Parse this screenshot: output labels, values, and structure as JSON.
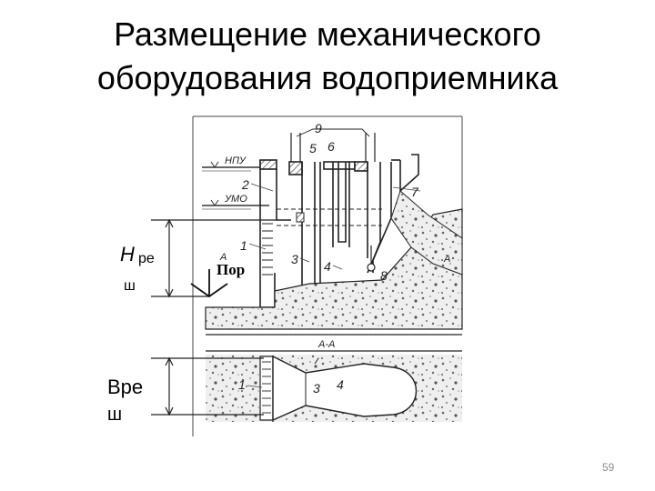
{
  "slide": {
    "title_line1": "Размещение механического",
    "title_line2": "оборудования водоприемника",
    "page_number": "59"
  },
  "dimensions": {
    "h_main": "Н",
    "h_sub": "ре",
    "h_sh": "ш",
    "b_main": "Вре",
    "b_sh": "ш",
    "threshold": "Пор"
  },
  "drawing": {
    "water_level_upper": "НПУ",
    "water_level_lower": "УМО",
    "section_mark": "А",
    "section_label": "А-А",
    "callouts": [
      "1",
      "2",
      "3",
      "4",
      "5",
      "6",
      "7",
      "8",
      "9"
    ]
  }
}
